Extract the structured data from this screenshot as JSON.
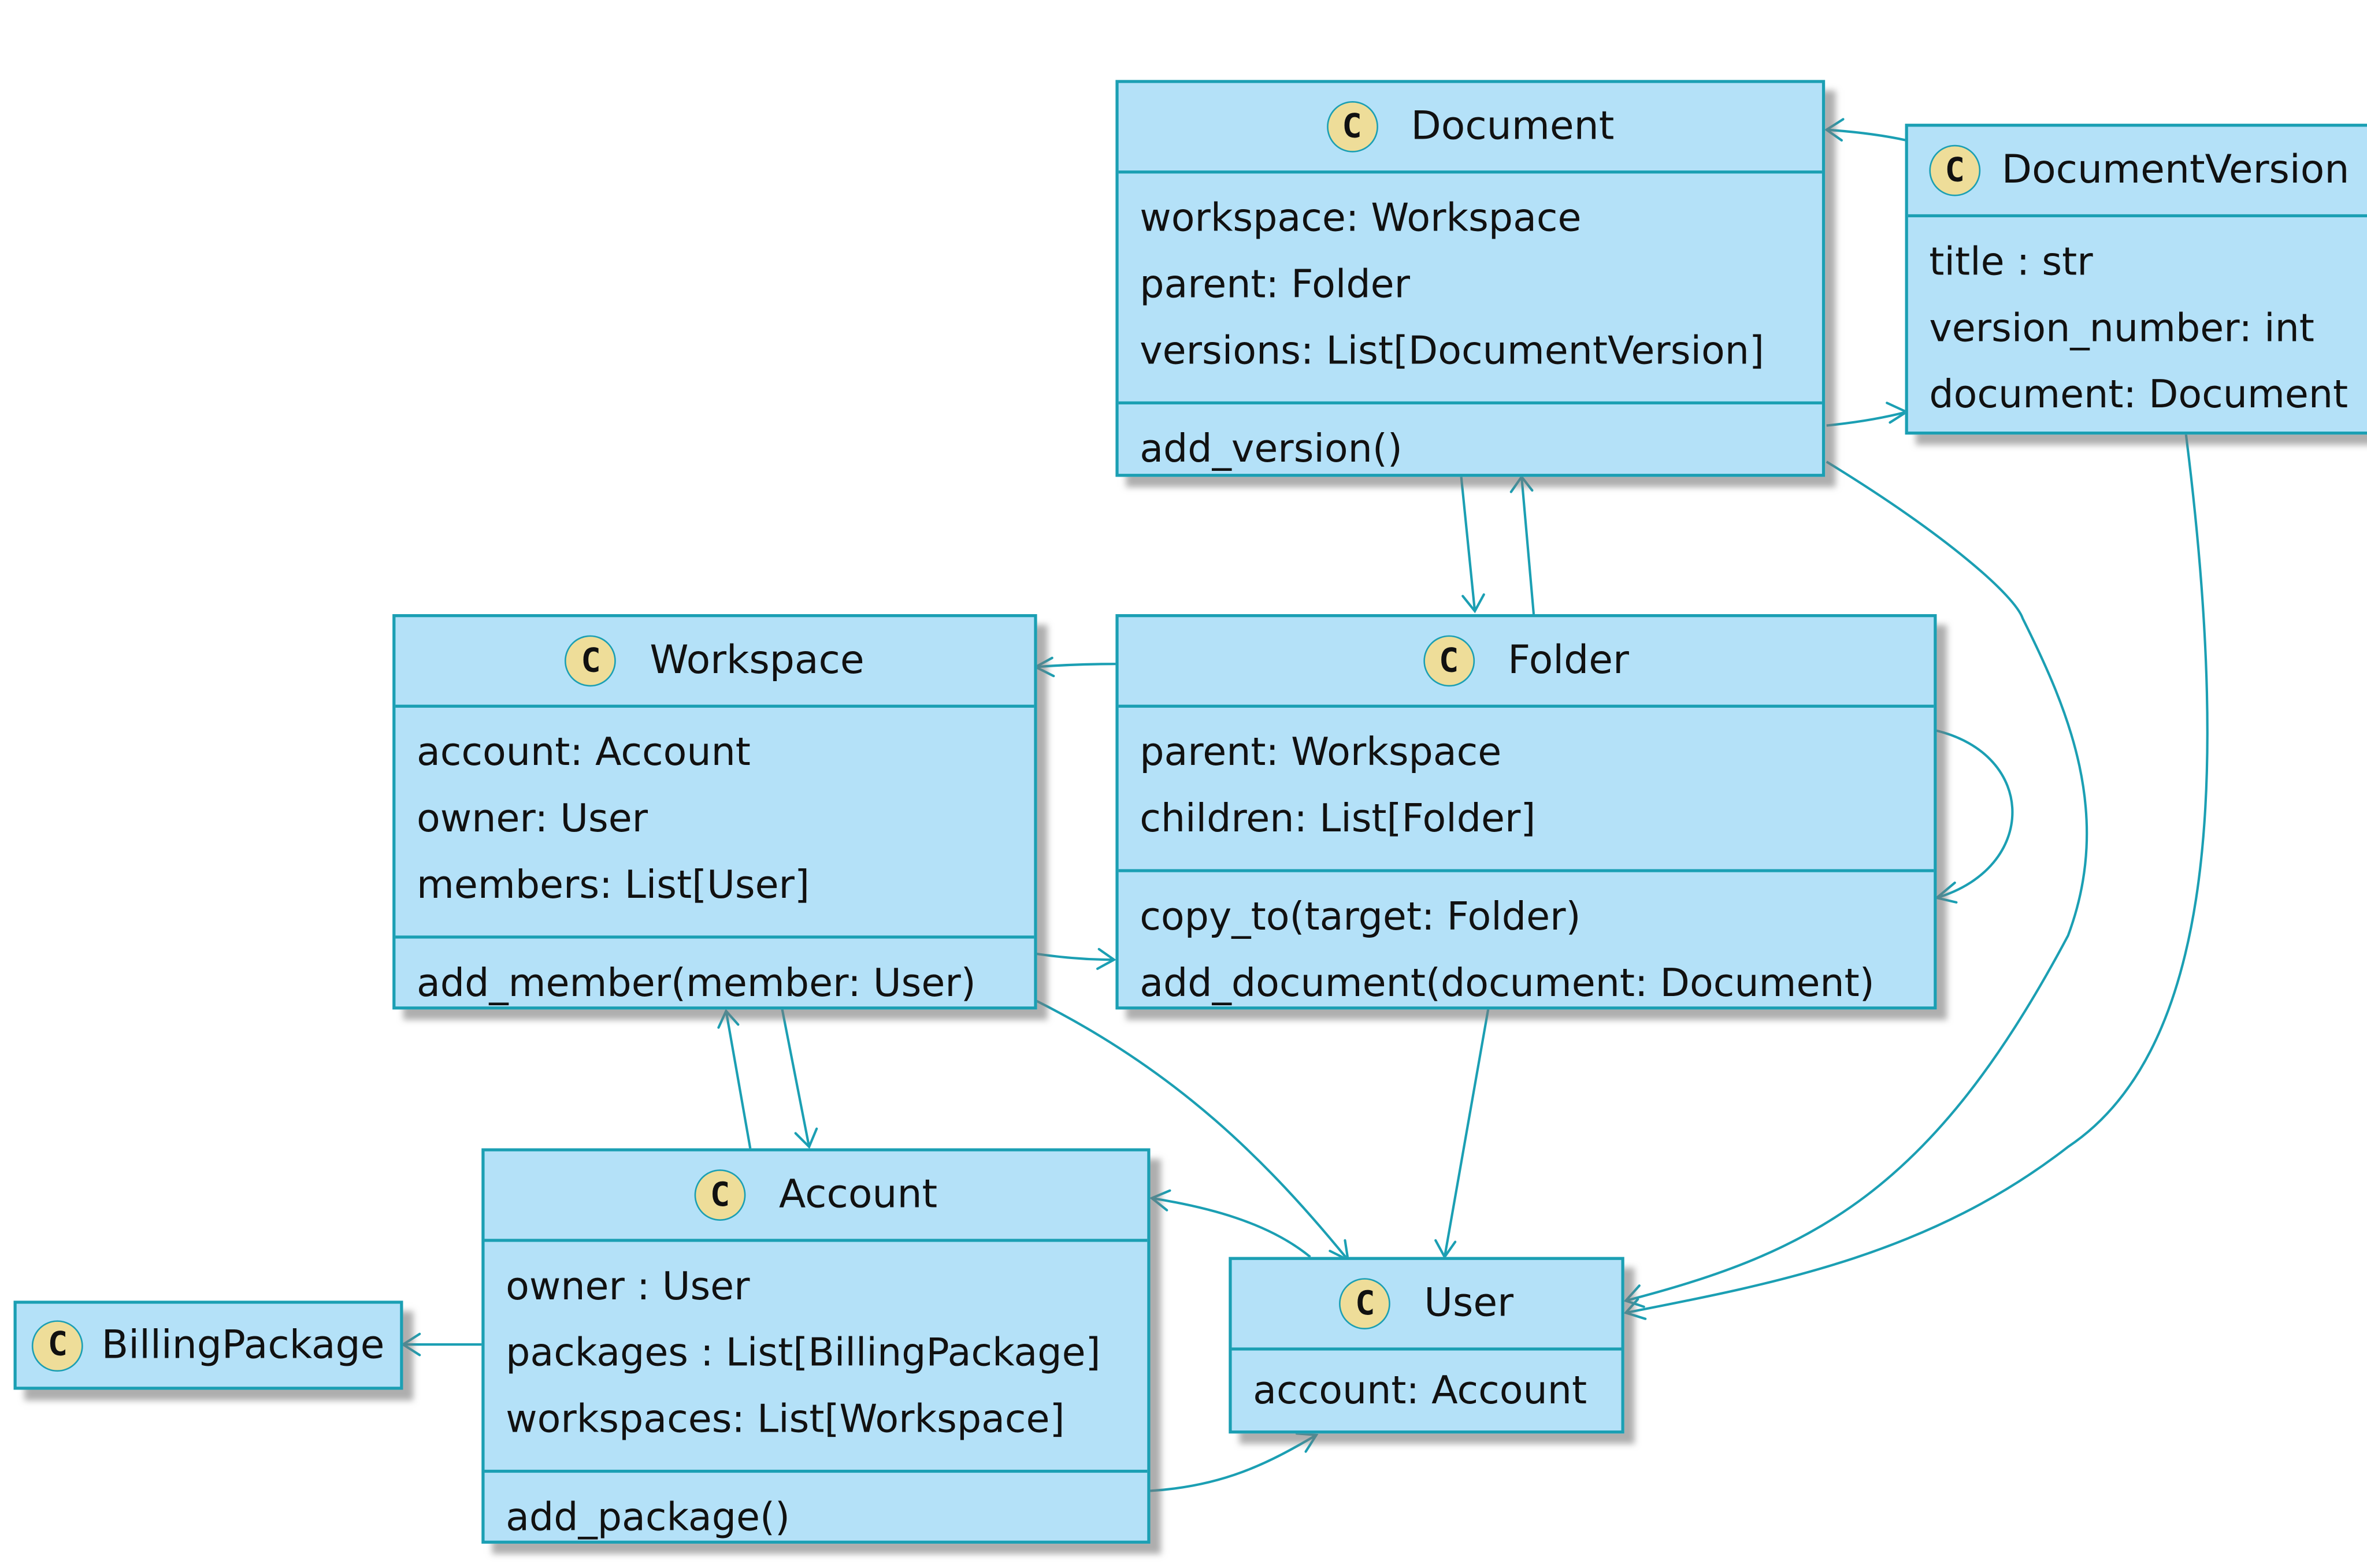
{
  "diagram": {
    "classes": {
      "document": {
        "name": "Document",
        "icon": "class-icon",
        "icon_letter": "C",
        "fields": [
          "workspace: Workspace",
          "parent: Folder",
          "versions: List[DocumentVersion]"
        ],
        "methods": [
          "add_version()"
        ]
      },
      "document_version": {
        "name": "DocumentVersion",
        "icon": "class-icon",
        "icon_letter": "C",
        "fields": [
          "title : str",
          "version_number: int",
          "document: Document"
        ],
        "methods": []
      },
      "workspace": {
        "name": "Workspace",
        "icon": "class-icon",
        "icon_letter": "C",
        "fields": [
          "account: Account",
          "owner: User",
          "members: List[User]"
        ],
        "methods": [
          "add_member(member: User)"
        ]
      },
      "folder": {
        "name": "Folder",
        "icon": "class-icon",
        "icon_letter": "C",
        "fields": [
          "parent: Workspace",
          "children: List[Folder]"
        ],
        "methods": [
          "copy_to(target: Folder)",
          "add_document(document: Document)"
        ]
      },
      "account": {
        "name": "Account",
        "icon": "class-icon",
        "icon_letter": "C",
        "fields": [
          "owner : User",
          "packages : List[BillingPackage]",
          "workspaces: List[Workspace]"
        ],
        "methods": [
          "add_package()"
        ]
      },
      "user": {
        "name": "User",
        "icon": "class-icon",
        "icon_letter": "C",
        "fields": [
          "account: Account"
        ],
        "methods": []
      },
      "billing_package": {
        "name": "BillingPackage",
        "icon": "class-icon",
        "icon_letter": "C",
        "fields": [],
        "methods": []
      }
    },
    "associations": [
      {
        "from": "DocumentVersion",
        "to": "Document"
      },
      {
        "from": "Document",
        "to": "DocumentVersion"
      },
      {
        "from": "Document",
        "to": "Folder"
      },
      {
        "from": "Folder",
        "to": "Document"
      },
      {
        "from": "Folder",
        "to": "Workspace"
      },
      {
        "from": "Workspace",
        "to": "Folder"
      },
      {
        "from": "Folder",
        "to": "Folder"
      },
      {
        "from": "Document",
        "to": "User"
      },
      {
        "from": "DocumentVersion",
        "to": "User"
      },
      {
        "from": "Workspace",
        "to": "Account"
      },
      {
        "from": "Account",
        "to": "Workspace"
      },
      {
        "from": "Workspace",
        "to": "User"
      },
      {
        "from": "Folder",
        "to": "User"
      },
      {
        "from": "User",
        "to": "Account"
      },
      {
        "from": "Account",
        "to": "User"
      },
      {
        "from": "Account",
        "to": "BillingPackage"
      }
    ],
    "colors": {
      "class_fill": "#b4e1f8",
      "border": "#1b9fb3",
      "edge": "#1b9fb3",
      "icon_fill": "#eedd99"
    }
  }
}
